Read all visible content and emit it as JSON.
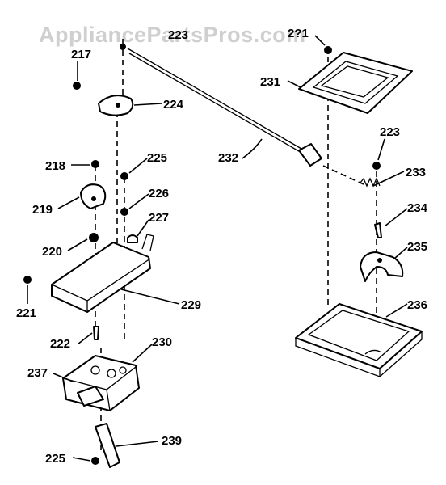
{
  "watermark": "AppliancePartsPros.com",
  "labels": {
    "l217": "217",
    "l223top": "223",
    "l2xx": "2?1",
    "l224": "224",
    "l231": "231",
    "l232": "232",
    "l223": "223",
    "l218": "218",
    "l225a": "225",
    "l233": "233",
    "l226": "226",
    "l219": "219",
    "l227": "227",
    "l234": "234",
    "l220": "220",
    "l235": "235",
    "l221": "221",
    "l229": "229",
    "l236": "236",
    "l222": "222",
    "l230": "230",
    "l237": "237",
    "l239": "239",
    "l225b": "225"
  }
}
